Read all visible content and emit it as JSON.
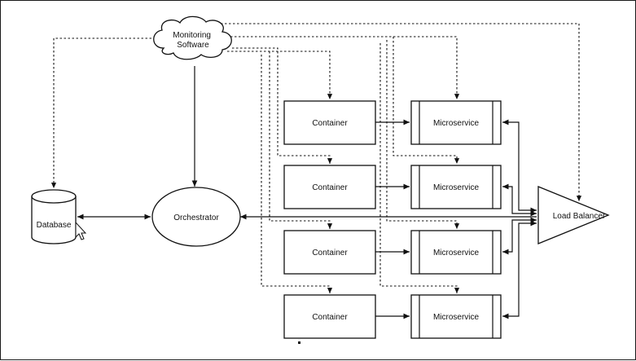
{
  "nodes": {
    "monitoring": "Monitoring\nSoftware",
    "database": "Database",
    "orchestrator": "Orchestrator",
    "load_balancer": "Load Balancer",
    "containers": [
      "Container",
      "Container",
      "Container",
      "Container"
    ],
    "microservices": [
      "Microservice",
      "Microservice",
      "Microservice",
      "Microservice"
    ]
  },
  "icons": {
    "cursor": "mouse-pointer-icon"
  }
}
